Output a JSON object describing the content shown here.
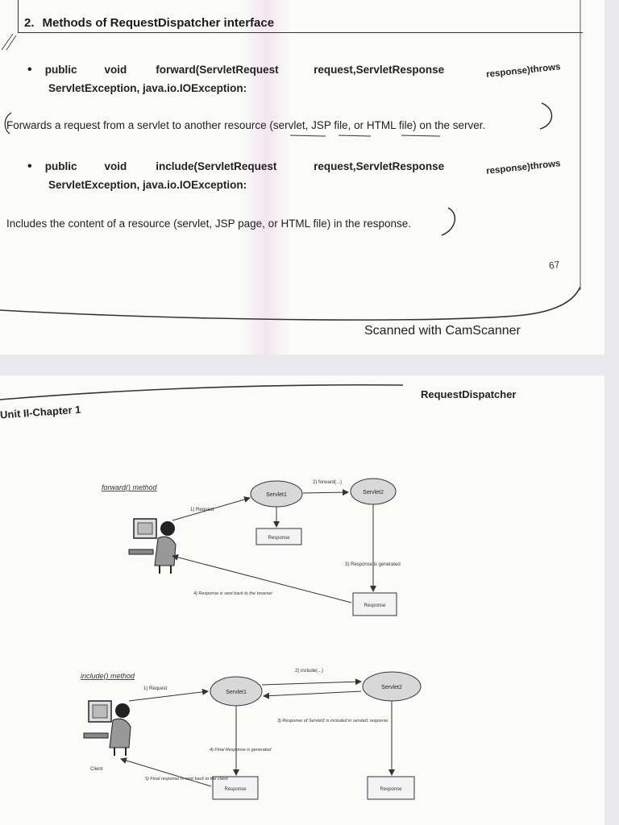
{
  "page1": {
    "section_number": "2.",
    "section_title": "Methods of RequestDispatcher interface",
    "methods": [
      {
        "sig_parts": [
          "public",
          "void",
          "forward(ServletRequest",
          "request,ServletResponse",
          "response)throws"
        ],
        "sig_cont": "ServletException, java.io.IOException:",
        "description": "Forwards a request from a servlet to another resource (servlet, JSP file, or HTML file) on the server."
      },
      {
        "sig_parts": [
          "public",
          "void",
          "include(ServletRequest",
          "request,ServletResponse",
          "response)throws"
        ],
        "sig_cont": "ServletException, java.io.IOException:",
        "description": "Includes the content of a resource (servlet, JSP page, or HTML file) in the response."
      }
    ],
    "page_number": "67",
    "footer": "Scanned with CamScanner"
  },
  "page2": {
    "unit_label": "Unit II-Chapter 1",
    "running_title": "RequestDispatcher",
    "forward_diagram": {
      "heading": "forward() method",
      "servlet1": "Servlet1",
      "servlet2": "Servlet2",
      "response_box_1": "Response",
      "response_box_2": "Response",
      "label_request": "1) Request",
      "label_forward": "2) forward(...)",
      "label_generate": "3) Response is generated",
      "label_sent_back": "4) Response is sent back to the browser"
    },
    "include_diagram": {
      "heading": "include() method",
      "servlet1": "Servlet1",
      "servlet2": "Servlet2",
      "response_box_1": "Response",
      "response_box_2": "Response",
      "label_request": "1) Request",
      "label_include": "2) include(...)",
      "label_included": "3) Response of Servlet2 is included in servlet1 response",
      "label_final": "4) Final Response is generated",
      "label_sent_back": "5) Final response is sent back to the client",
      "client_label": "Client"
    }
  }
}
